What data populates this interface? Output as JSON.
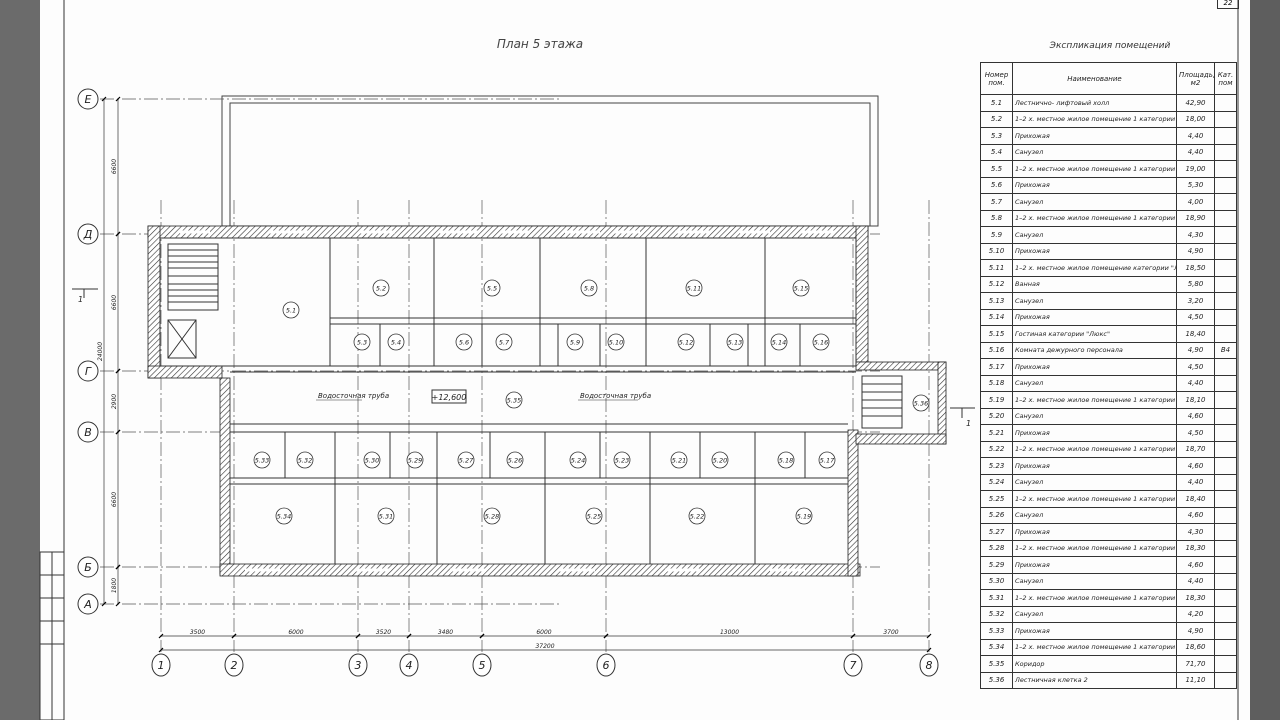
{
  "sheet": {
    "page_number": "22",
    "plan_title": "План 5 этажа",
    "elevation_mark": "+12,600",
    "drain_label_left": "Водосточная труба",
    "drain_label_right": "Водосточная труба",
    "section_mark_left": "1",
    "section_mark_right": "1"
  },
  "axes": {
    "rows": [
      "Е",
      "Д",
      "Г",
      "В",
      "Б",
      "А"
    ],
    "columns": [
      "1",
      "2",
      "3",
      "4",
      "5",
      "6",
      "7",
      "8"
    ],
    "vertical_dims": [
      "6600",
      "6600",
      "2900",
      "6600",
      "1800"
    ],
    "vertical_total": "24000",
    "horizontal_dims": [
      "3500",
      "6000",
      "3520",
      "3480",
      "6000",
      "13000",
      "3700"
    ],
    "horizontal_total": "37200"
  },
  "room_tags": [
    "5.1",
    "5.2",
    "5.5",
    "5.8",
    "5.11",
    "5.15",
    "5.3",
    "5.4",
    "5.6",
    "5.7",
    "5.9",
    "5.10",
    "5.12",
    "5.13",
    "5.14",
    "5.16",
    "5.35",
    "5.36",
    "5.33",
    "5.32",
    "5.30",
    "5.29",
    "5.27",
    "5.26",
    "5.24",
    "5.23",
    "5.21",
    "5.20",
    "5.18",
    "5.17",
    "5.34",
    "5.31",
    "5.28",
    "5.25",
    "5.22",
    "5.19"
  ],
  "explication": {
    "title": "Экспликация помещений",
    "headers": [
      "Номер пом.",
      "Наименование",
      "Площадь, м2",
      "Кат. пом"
    ],
    "rows": [
      [
        "5.1",
        "Лестнично- лифтовый холл",
        "42,90",
        ""
      ],
      [
        "5.2",
        "1–2 х. местное жилое помещение 1 категории",
        "18,00",
        ""
      ],
      [
        "5.3",
        "Прихожая",
        "4,40",
        ""
      ],
      [
        "5.4",
        "Санузел",
        "4,40",
        ""
      ],
      [
        "5.5",
        "1–2 х. местное жилое помещение 1 категории",
        "19,00",
        ""
      ],
      [
        "5.6",
        "Прихожая",
        "5,30",
        ""
      ],
      [
        "5.7",
        "Санузел",
        "4,00",
        ""
      ],
      [
        "5.8",
        "1–2 х. местное жилое помещение 1 категории",
        "18,90",
        ""
      ],
      [
        "5.9",
        "Санузел",
        "4,30",
        ""
      ],
      [
        "5.10",
        "Прихожая",
        "4,90",
        ""
      ],
      [
        "5.11",
        "1–2 х. местное жилое помещение категории \"Люкс\"",
        "18,50",
        ""
      ],
      [
        "5.12",
        "Ванная",
        "5,80",
        ""
      ],
      [
        "5.13",
        "Санузел",
        "3,20",
        ""
      ],
      [
        "5.14",
        "Прихожая",
        "4,50",
        ""
      ],
      [
        "5.15",
        "Гостиная категории \"Люкс\"",
        "18,40",
        ""
      ],
      [
        "5.16",
        "Комната дежурного персонала",
        "4,90",
        "В4"
      ],
      [
        "5.17",
        "Прихожая",
        "4,50",
        ""
      ],
      [
        "5.18",
        "Санузел",
        "4,40",
        ""
      ],
      [
        "5.19",
        "1–2 х. местное жилое помещение 1 категории",
        "18,10",
        ""
      ],
      [
        "5.20",
        "Санузел",
        "4,60",
        ""
      ],
      [
        "5.21",
        "Прихожая",
        "4,50",
        ""
      ],
      [
        "5.22",
        "1–2 х. местное жилое помещение 1 категории",
        "18,70",
        ""
      ],
      [
        "5.23",
        "Прихожая",
        "4,60",
        ""
      ],
      [
        "5.24",
        "Санузел",
        "4,40",
        ""
      ],
      [
        "5.25",
        "1–2 х. местное жилое помещение 1 категории",
        "18,40",
        ""
      ],
      [
        "5.26",
        "Санузел",
        "4,60",
        ""
      ],
      [
        "5.27",
        "Прихожая",
        "4,30",
        ""
      ],
      [
        "5.28",
        "1–2 х. местное жилое помещение 1 категории",
        "18,30",
        ""
      ],
      [
        "5.29",
        "Прихожая",
        "4,60",
        ""
      ],
      [
        "5.30",
        "Санузел",
        "4,40",
        ""
      ],
      [
        "5.31",
        "1–2 х. местное жилое помещение 1 категории",
        "18,30",
        ""
      ],
      [
        "5.32",
        "Санузел",
        "4,20",
        ""
      ],
      [
        "5.33",
        "Прихожая",
        "4,90",
        ""
      ],
      [
        "5.34",
        "1–2 х. местное жилое помещение 1 категории",
        "18,60",
        ""
      ],
      [
        "5.35",
        "Коридор",
        "71,70",
        ""
      ],
      [
        "5.36",
        "Лестничная клетка 2",
        "11,10",
        ""
      ]
    ]
  }
}
